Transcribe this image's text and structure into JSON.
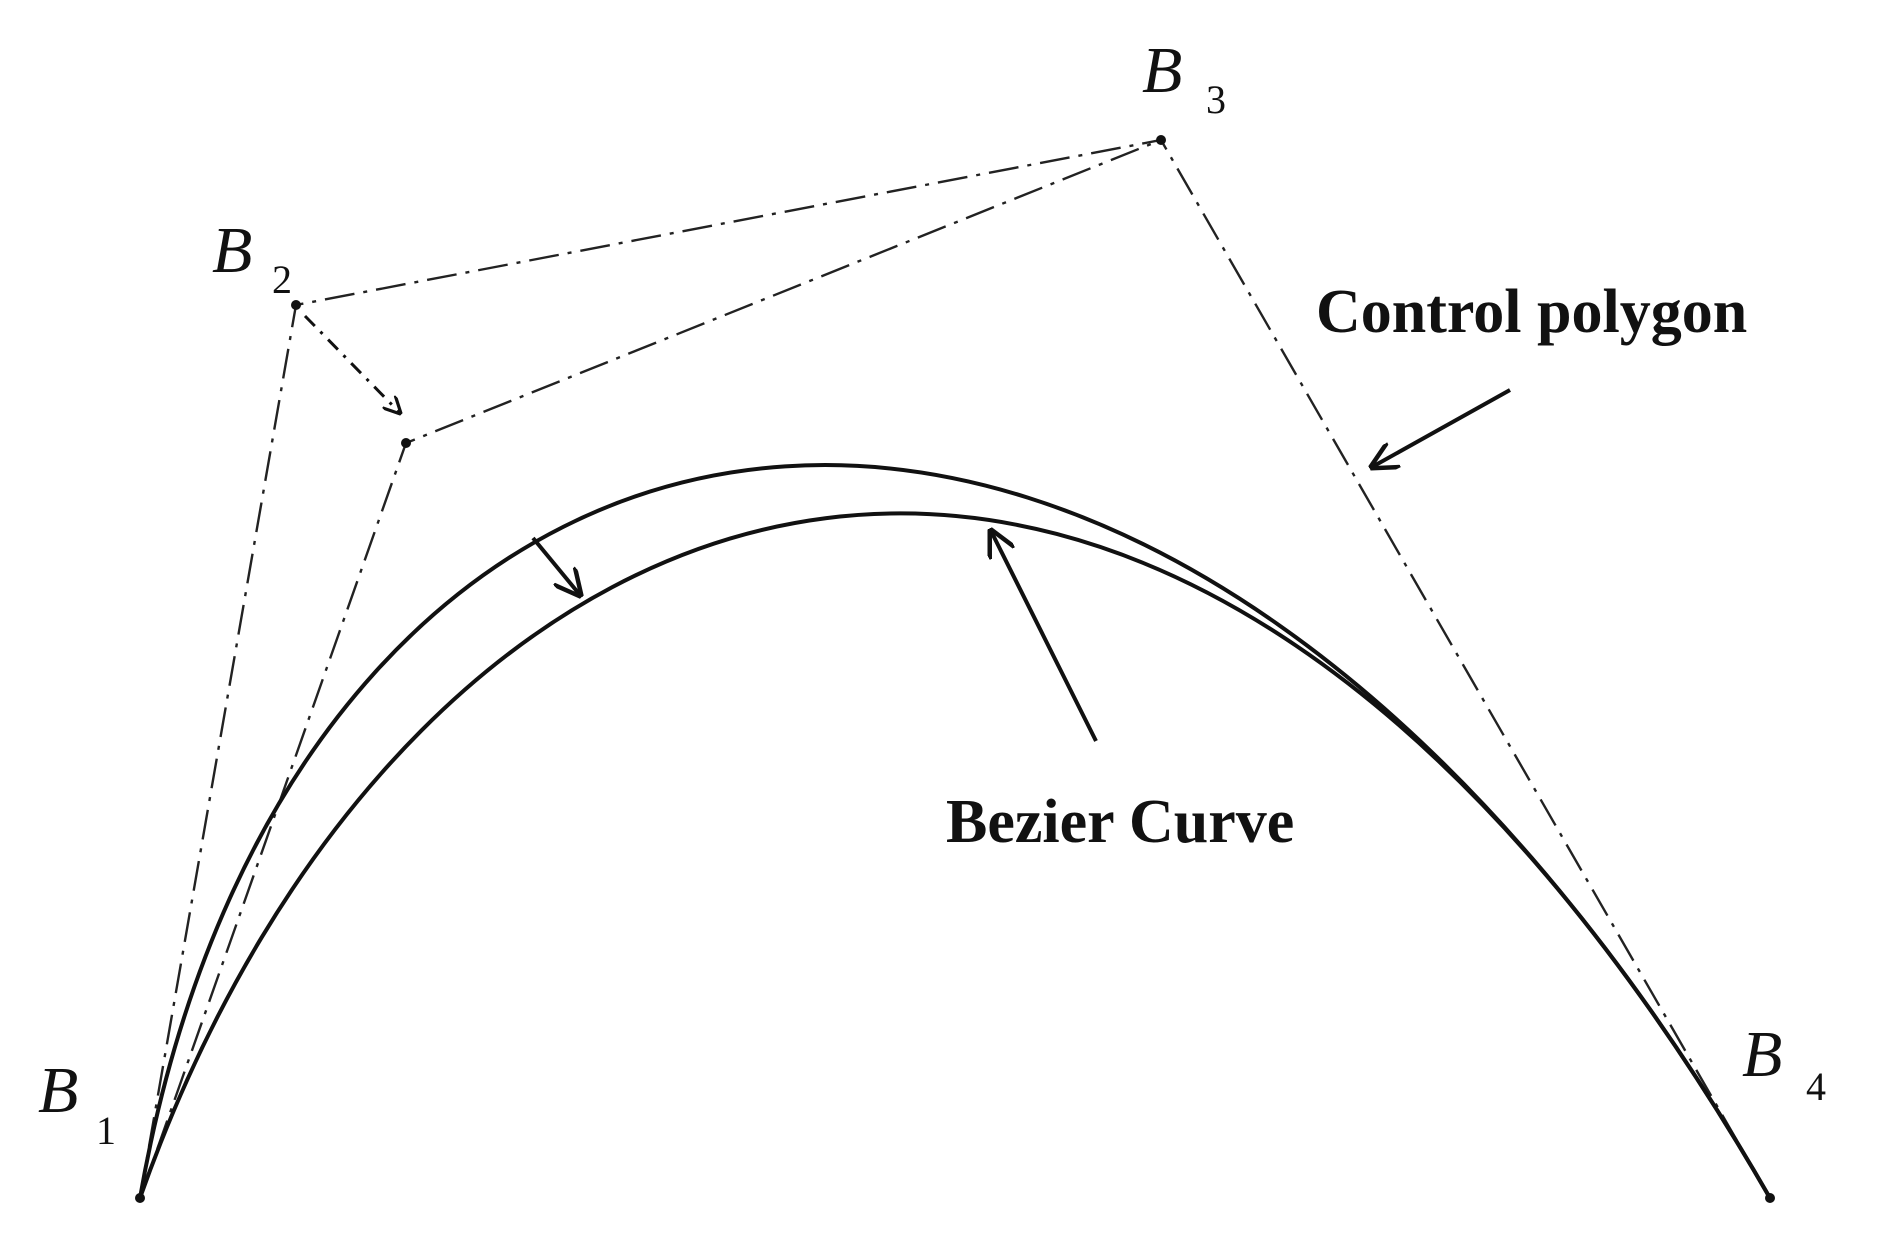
{
  "labels": {
    "b1": {
      "letter": "B",
      "index": "1"
    },
    "b2": {
      "letter": "B",
      "index": "2"
    },
    "b3": {
      "letter": "B",
      "index": "3"
    },
    "b4": {
      "letter": "B",
      "index": "4"
    },
    "control_polygon": "Control polygon",
    "bezier_curve": "Bezier Curve"
  },
  "colors": {
    "ink": "#111111",
    "background": "#ffffff"
  }
}
